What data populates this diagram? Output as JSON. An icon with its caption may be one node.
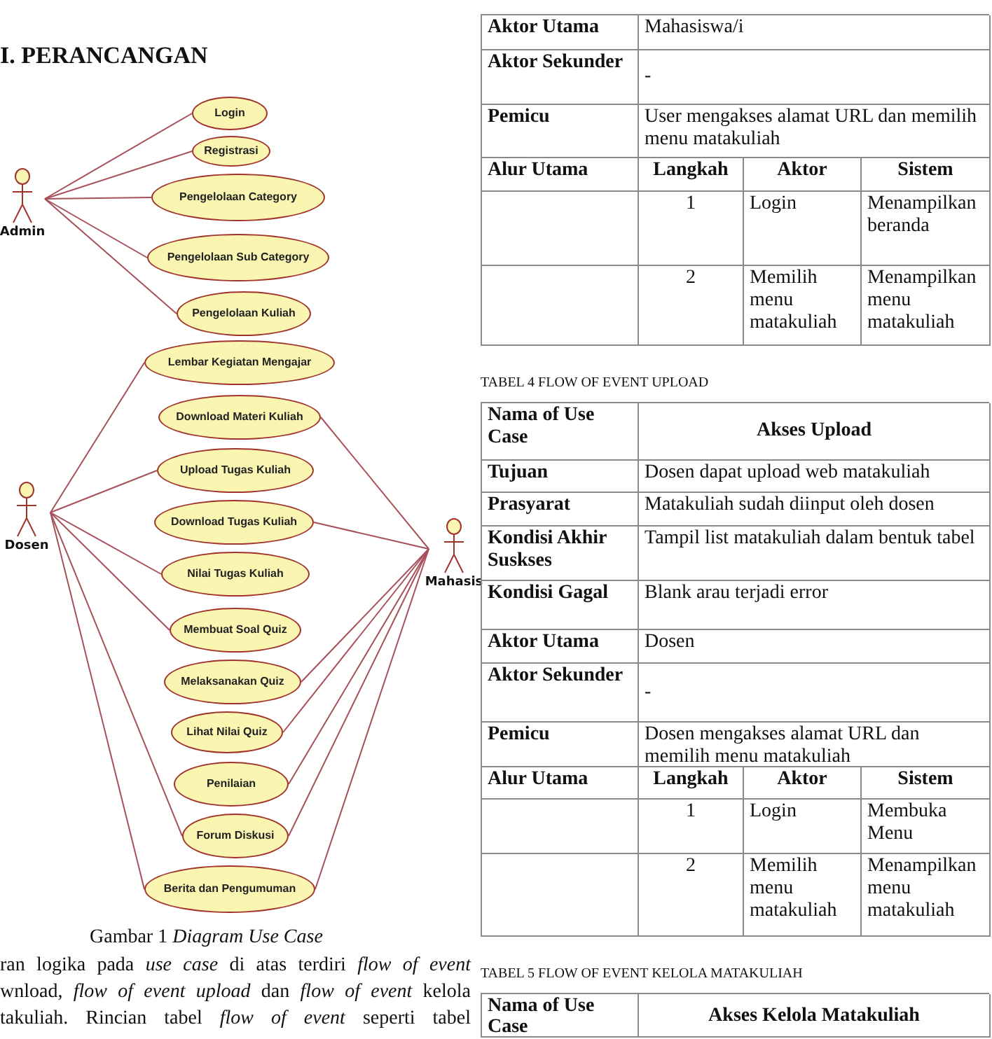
{
  "diagram": {
    "caption": "Gambar 1 *Diagram Use Case*",
    "nodes": [
      {
        "text": [
          "Admin"
        ]
      },
      {
        "text": [
          "Dosen"
        ]
      },
      {
        "text": [
          "Mahasis"
        ]
      },
      {
        "text": [
          "Login"
        ]
      },
      {
        "text": [
          "Registrasi"
        ]
      },
      {
        "text": [
          "Pengelolaan Category"
        ]
      },
      {
        "text": [
          "Pengelolaan Sub Category"
        ]
      },
      {
        "text": [
          "Pengelolaan Kuliah"
        ]
      },
      {
        "text": [
          "Lembar Kegiatan Mengajar"
        ]
      },
      {
        "text": [
          "Download Materi Kuliah"
        ]
      },
      {
        "text": [
          "Upload Tugas Kuliah"
        ]
      },
      {
        "text": [
          "Download Tugas Kuliah"
        ]
      },
      {
        "text": [
          "Nilai Tugas Kuliah"
        ]
      },
      {
        "text": [
          "Membuat Soal Quiz"
        ]
      },
      {
        "text": [
          "Melaksanakan Quiz"
        ]
      },
      {
        "text": [
          "Lihat Nilai Quiz"
        ]
      },
      {
        "text": [
          "Penilaian"
        ]
      },
      {
        "text": [
          "Forum Diskusi"
        ]
      },
      {
        "text": [
          "Berita dan Pengumuman"
        ]
      }
    ],
    "edges": [
      {
        "from": 0,
        "to": 3,
        "arrow": "none"
      },
      {
        "from": 0,
        "to": 4,
        "arrow": "none"
      },
      {
        "from": 0,
        "to": 5,
        "arrow": "none"
      },
      {
        "from": 0,
        "to": 6,
        "arrow": "none"
      },
      {
        "from": 0,
        "to": 7,
        "arrow": "none"
      },
      {
        "from": 1,
        "to": 8,
        "arrow": "none"
      },
      {
        "from": 1,
        "to": 10,
        "arrow": "none"
      },
      {
        "from": 1,
        "to": 12,
        "arrow": "none"
      },
      {
        "from": 1,
        "to": 13,
        "arrow": "none"
      },
      {
        "from": 1,
        "to": 17,
        "arrow": "none"
      },
      {
        "from": 1,
        "to": 18,
        "arrow": "none"
      },
      {
        "from": 2,
        "to": 9,
        "arrow": "none"
      },
      {
        "from": 2,
        "to": 11,
        "arrow": "none"
      },
      {
        "from": 2,
        "to": 14,
        "arrow": "none"
      },
      {
        "from": 2,
        "to": 15,
        "arrow": "none"
      },
      {
        "from": 2,
        "to": 16,
        "arrow": "none"
      },
      {
        "from": 2,
        "to": 17,
        "arrow": "none"
      },
      {
        "from": 2,
        "to": 18,
        "arrow": "none"
      }
    ],
    "labels": [
      "I. PERANCANGAN",
      "ran logika pada *use case* di atas terdiri *flow of event* wnload, *flow of event upload* dan *flow of event* kelola takuliah. Rincian tabel *flow of event* seperti tabel",
      "Aktor Utama",
      "Mahasiswa/i",
      "Aktor Sekunder",
      "-",
      "Pemicu",
      "User mengakses alamat URL dan memilih menu matakuliah",
      "Alur Utama",
      "Langkah",
      "Aktor",
      "Sistem",
      "1",
      "Login",
      "Menampilkan beranda",
      "2",
      "Memilih menu matakuliah",
      "Menampilkan menu matakuliah",
      "TABEL 4 FLOW OF EVENT UPLOAD",
      "Nama of Use Case",
      "Akses Upload",
      "Tujuan",
      "Dosen dapat upload web matakuliah",
      "Prasyarat",
      "Matakuliah sudah diinput oleh dosen",
      "Kondisi Akhir Suskses",
      "Tampil list matakuliah dalam bentuk tabel",
      "Kondisi Gagal",
      "Blank arau terjadi error",
      "Aktor Utama",
      "Dosen",
      "Aktor Sekunder",
      "-",
      "Pemicu",
      "Dosen mengakses alamat URL dan memilih menu matakuliah",
      "Alur Utama",
      "Langkah",
      "Aktor",
      "Sistem",
      "1",
      "Login",
      "Membuka Menu",
      "2",
      "Memilih menu matakuliah",
      "Menampilkan menu matakuliah",
      "TABEL 5 FLOW OF EVENT KELOLA MATAKULIAH",
      "Nama of Use Case",
      "Akses Kelola Matakuliah"
    ]
  }
}
